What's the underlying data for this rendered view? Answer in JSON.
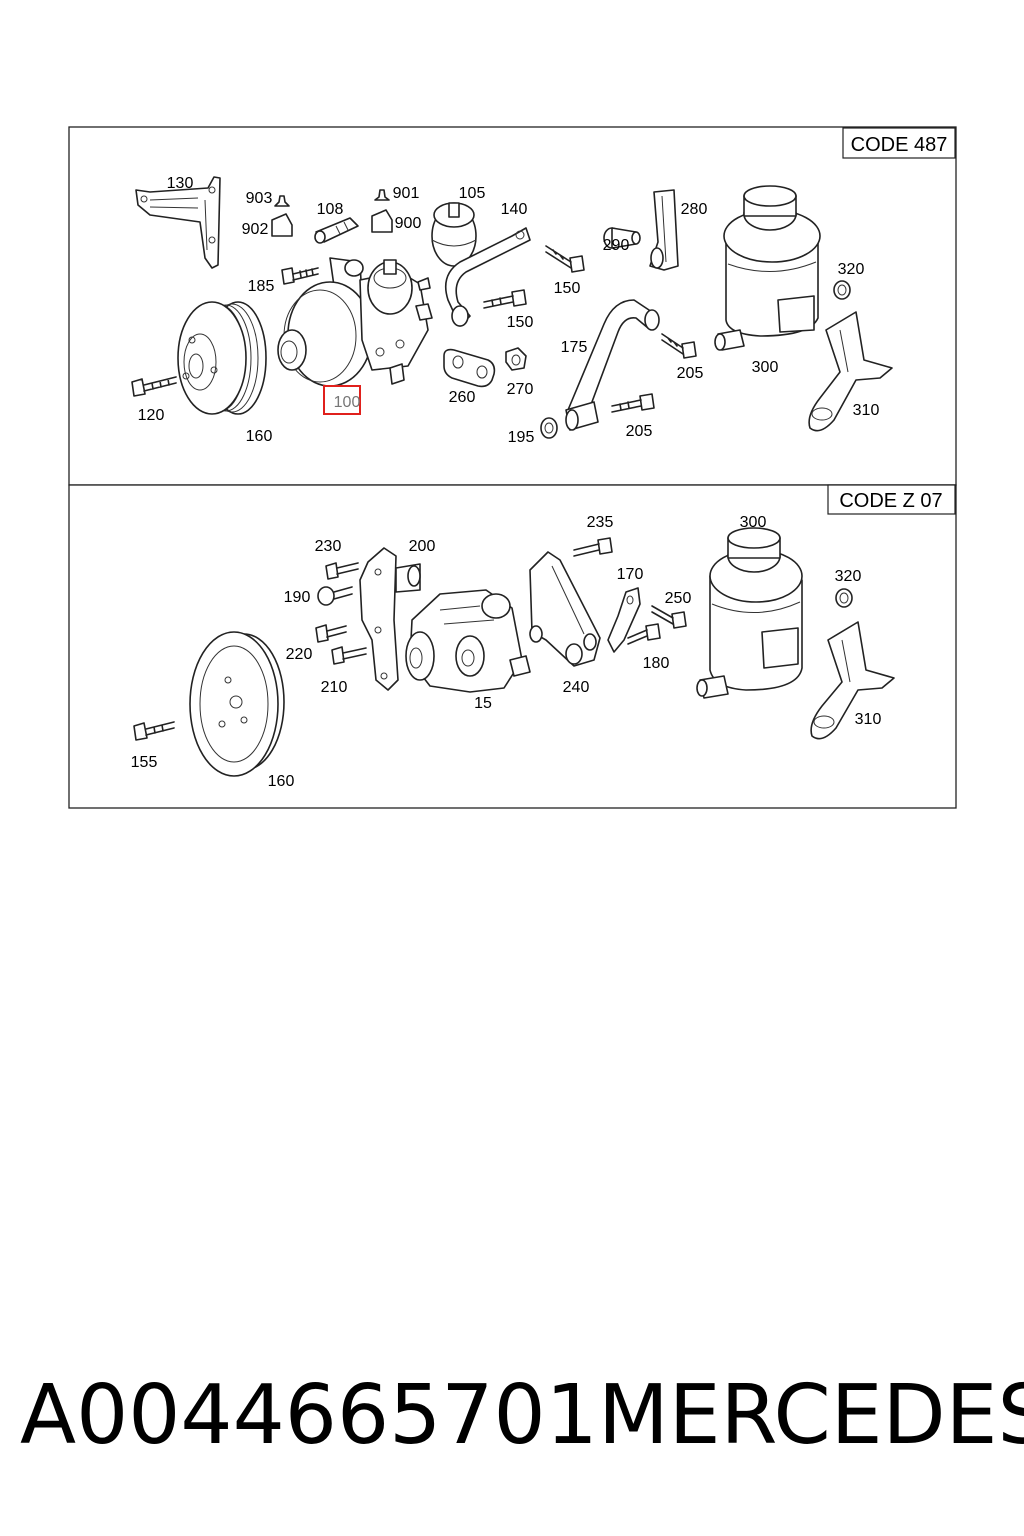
{
  "panels": [
    {
      "code": "CODE 487",
      "labels": [
        "130",
        "903",
        "902",
        "108",
        "901",
        "900",
        "105",
        "140",
        "185",
        "150",
        "150",
        "290",
        "280",
        "320",
        "175",
        "205",
        "300",
        "120",
        "160",
        "100",
        "260",
        "270",
        "195",
        "205",
        "310"
      ]
    },
    {
      "code": "CODE Z 07",
      "labels": [
        "235",
        "300",
        "230",
        "200",
        "170",
        "320",
        "190",
        "250",
        "220",
        "180",
        "210",
        "15",
        "240",
        "155",
        "160",
        "310"
      ]
    }
  ],
  "highlight": {
    "label": "100",
    "color": "#e0201c"
  },
  "footer": {
    "part_number": "A0044665701",
    "brand": "MERCEDES"
  }
}
